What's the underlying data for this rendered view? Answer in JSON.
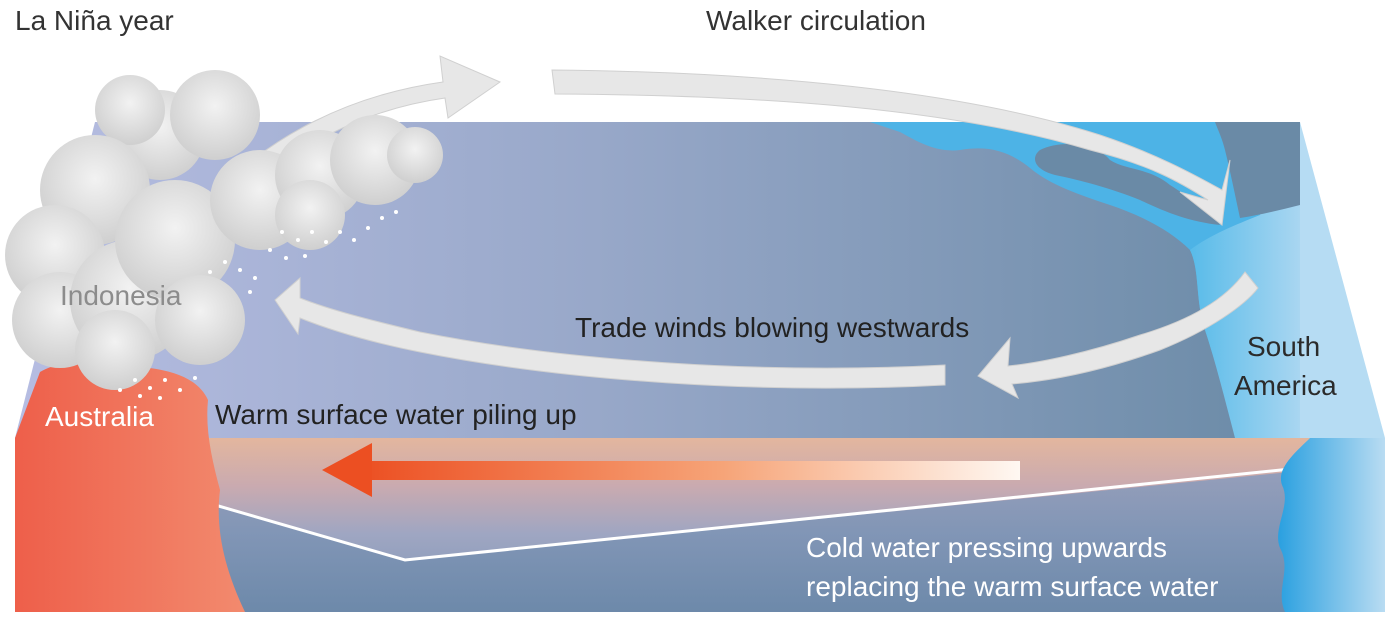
{
  "title": "La Niña year",
  "labels": {
    "walker": "Walker circulation",
    "indonesia": "Indonesia",
    "australia": "Australia",
    "south_america_line1": "South",
    "south_america_line2": "America",
    "trade_winds": "Trade winds blowing westwards",
    "warm_water": "Warm surface water piling up",
    "cold_water_line1": "Cold water pressing upwards",
    "cold_water_line2": "replacing the warm surface water"
  },
  "colors": {
    "ocean_top_left": "#b3b9df",
    "ocean_top_right": "#6f91aa",
    "land_blue": "#4cb3e6",
    "cross_section_warm": "#e6b9a1",
    "cross_section_cold": "#7a93b4",
    "australia": "#ef6a52",
    "arrow_grey": "#e6e6e6",
    "warm_arrow": "#ee5a2a"
  },
  "icons": [
    "cloud-icon",
    "rain-icon",
    "arrow-icon"
  ]
}
